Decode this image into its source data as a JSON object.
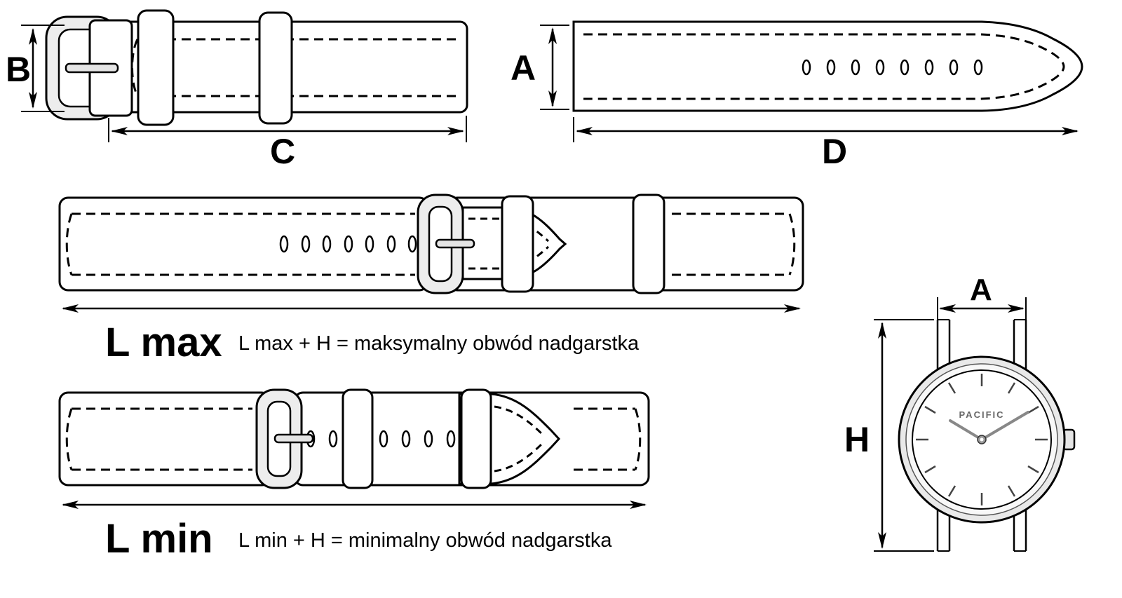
{
  "diagram": {
    "dims": {
      "b": "B",
      "c": "C",
      "a_top": "A",
      "d": "D",
      "h": "H",
      "a_watch": "A"
    },
    "lmax": {
      "label": "L max",
      "formula": "L max + H = maksymalny obwód nadgarstka"
    },
    "lmin": {
      "label": "L min",
      "formula": "L min + H = minimalny obwód nadgarstka"
    },
    "watch": {
      "brand": "PACIFIC"
    }
  }
}
